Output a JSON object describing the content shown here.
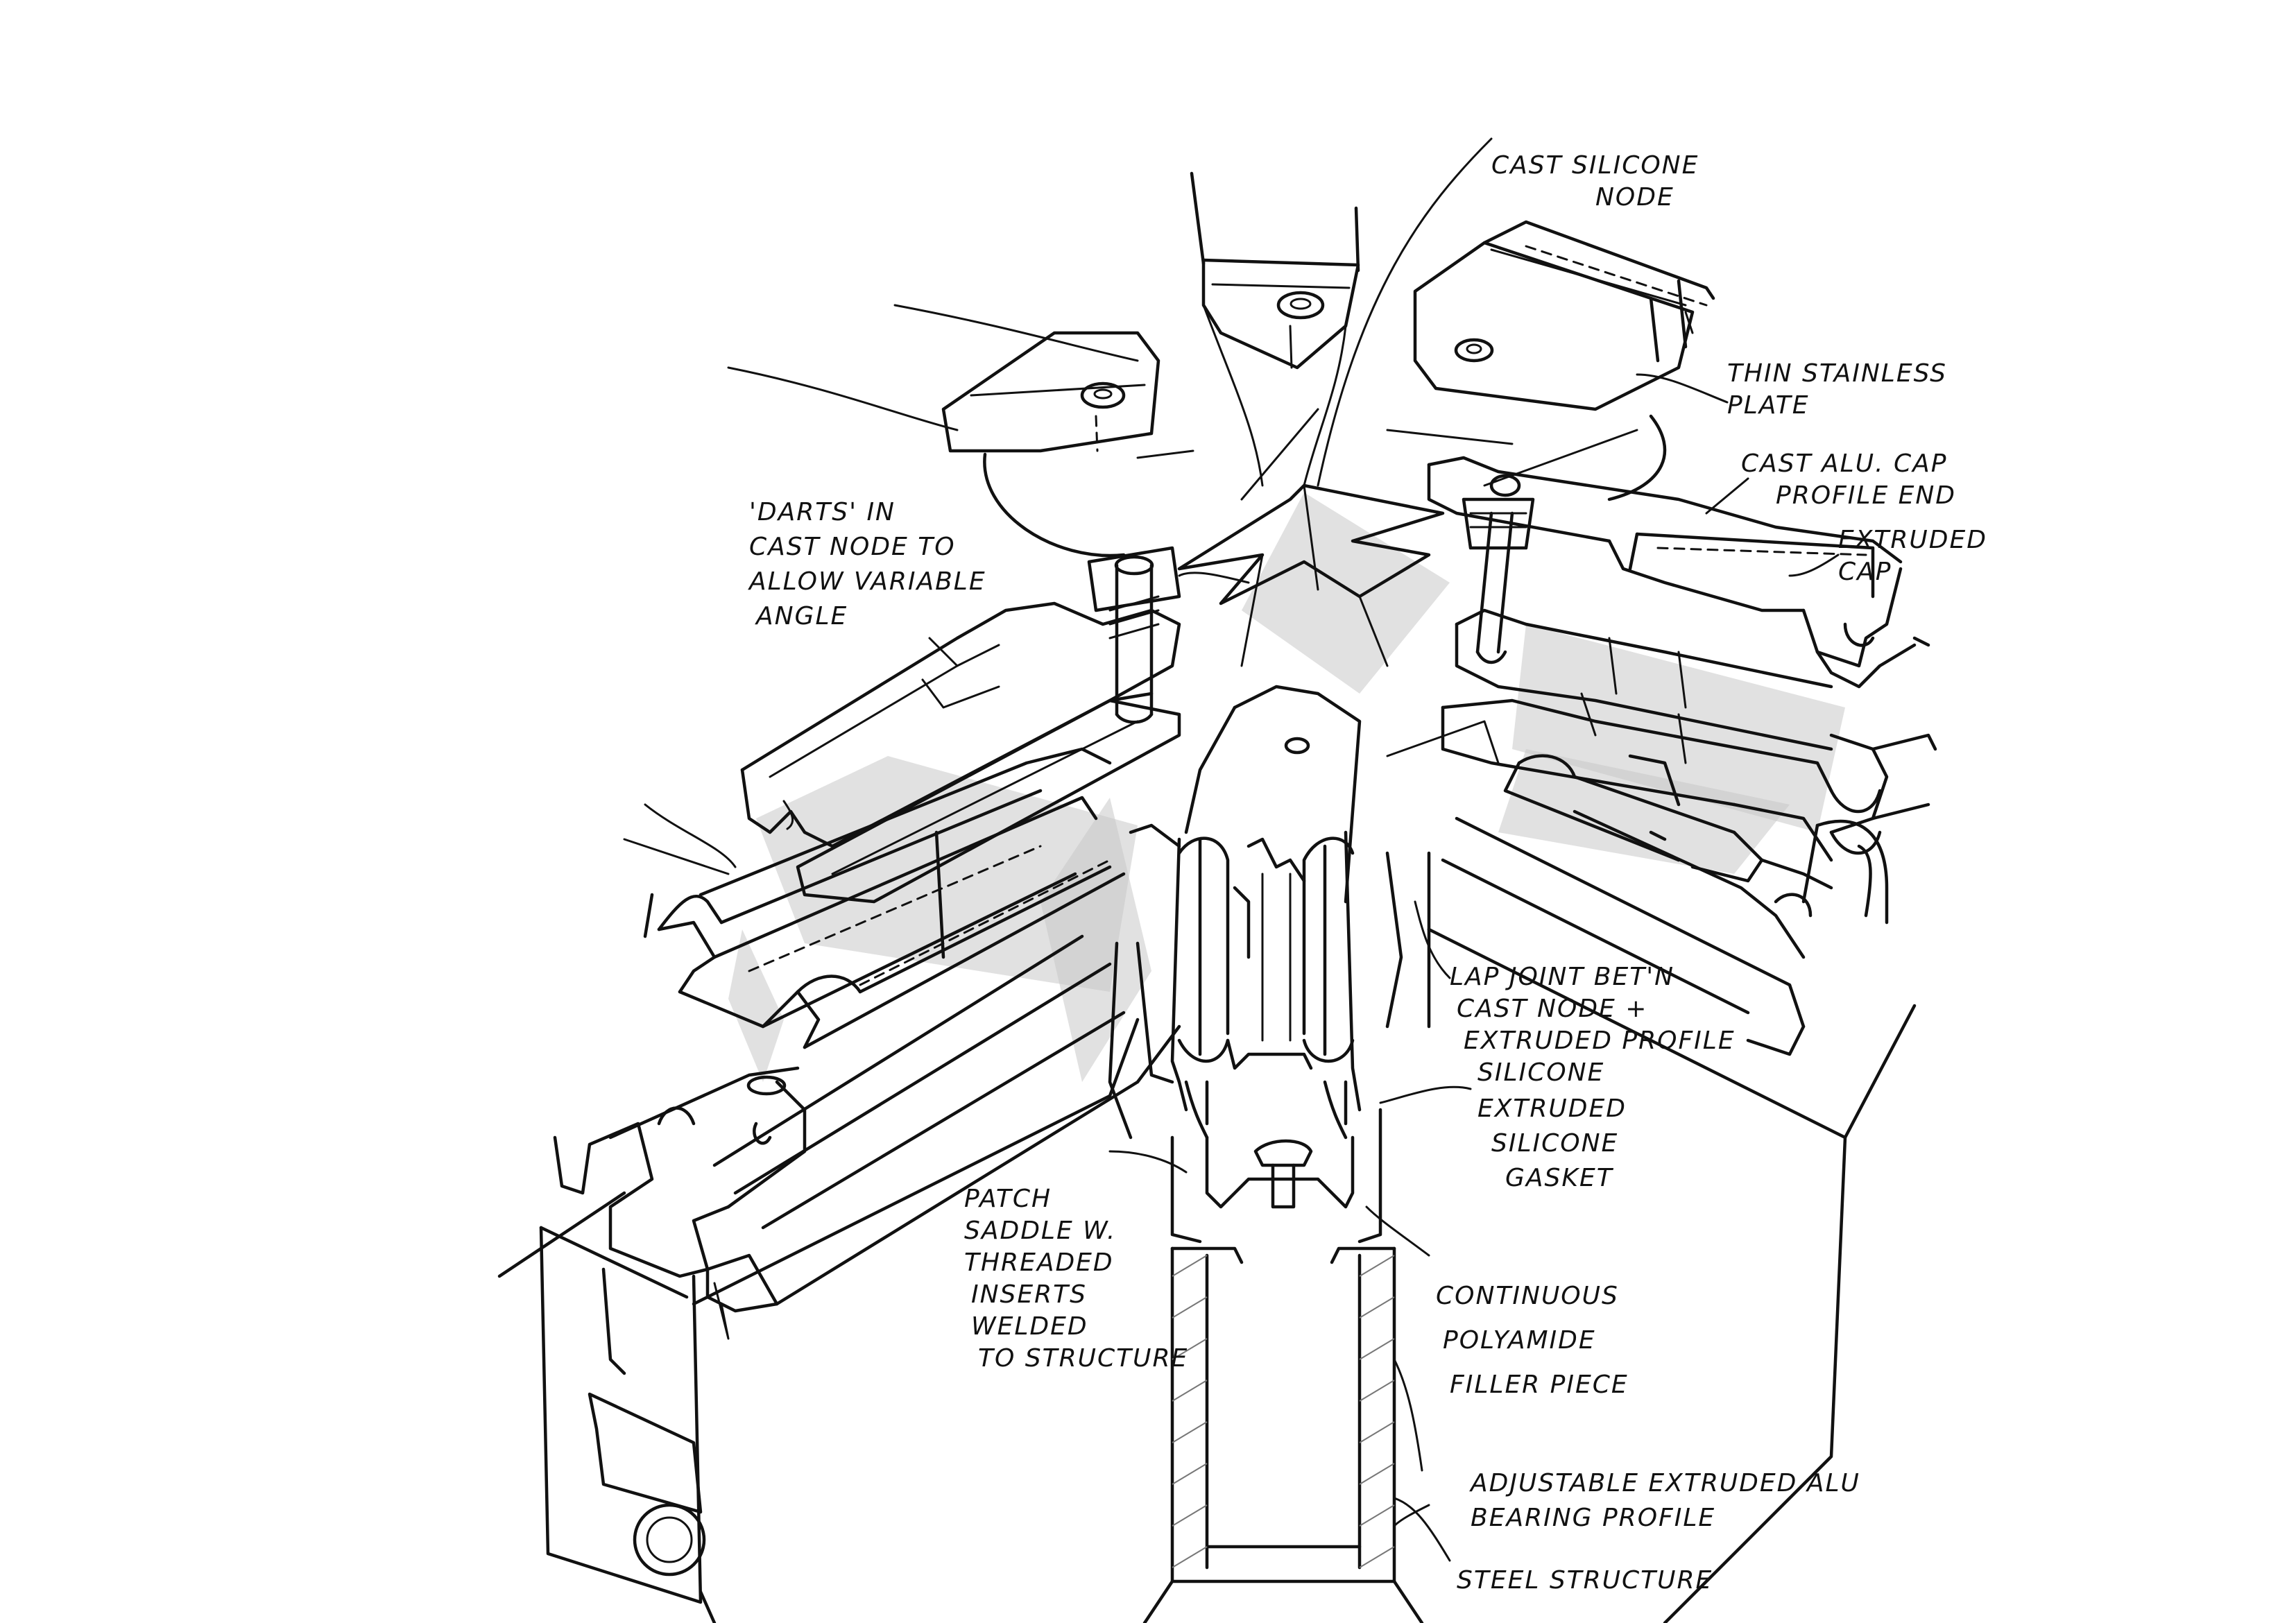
{
  "annotations": [
    {
      "id": "cast-silicone-node",
      "lines": [
        "CAST SILICONE",
        "NODE"
      ]
    },
    {
      "id": "thin-stainless-plate",
      "lines": [
        "THIN STAINLESS",
        "PLATE"
      ]
    },
    {
      "id": "cast-alu-cap",
      "lines": [
        "CAST ALU. CAP",
        "PROFILE END"
      ]
    },
    {
      "id": "extruded-cap",
      "lines": [
        "EXTRUDED",
        "CAP"
      ]
    },
    {
      "id": "darts",
      "lines": [
        "'DARTS' IN",
        "CAST NODE TO",
        "ALLOW VARIABLE",
        "ANGLE"
      ]
    },
    {
      "id": "lap-joint",
      "lines": [
        "LAP JOINT BET'N",
        "CAST NODE +",
        "EXTRUDED PROFILE",
        "SILICONE"
      ]
    },
    {
      "id": "extruded-silicone-gasket",
      "lines": [
        "EXTRUDED",
        "SILICONE",
        "GASKET"
      ]
    },
    {
      "id": "patch-saddle",
      "lines": [
        "PATCH",
        "SADDLE W.",
        "THREADED",
        "INSERTS",
        "WELDED",
        "TO STRUCTURE"
      ]
    },
    {
      "id": "continuous-polyamide",
      "lines": [
        "CONTINUOUS",
        "POLYAMIDE",
        "FILLER PIECE"
      ]
    },
    {
      "id": "adjustable-bearing",
      "lines": [
        "ADJUSTABLE EXTRUDED ALU",
        "BEARING PROFILE"
      ]
    },
    {
      "id": "steel-structure",
      "lines": [
        "STEEL STRUCTURE"
      ]
    }
  ]
}
